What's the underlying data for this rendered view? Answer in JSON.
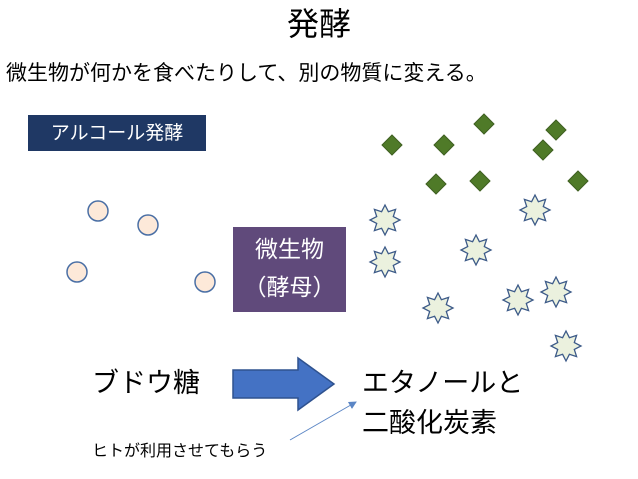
{
  "title": "発酵",
  "subtitle": "微生物が何かを食べたりして、別の物質に変える。",
  "alcohol_label": "アルコール発酵",
  "microbe": {
    "line1": "微生物",
    "line2": "（酵母）"
  },
  "input_label": "ブドウ糖",
  "output_line1": "エタノールと",
  "output_line2": "二酸化炭素",
  "note": "ヒトが利用させてもらう",
  "colors": {
    "title_bar": "#1f3864",
    "microbe_box": "#604a7b",
    "arrow": "#4472c4",
    "glucose_fill": "#fde9d9",
    "glucose_stroke": "#4a6fa5",
    "diamond_fill": "#4f7a28",
    "star_fill": "#ebf1de",
    "star_stroke": "#3c5a88"
  }
}
